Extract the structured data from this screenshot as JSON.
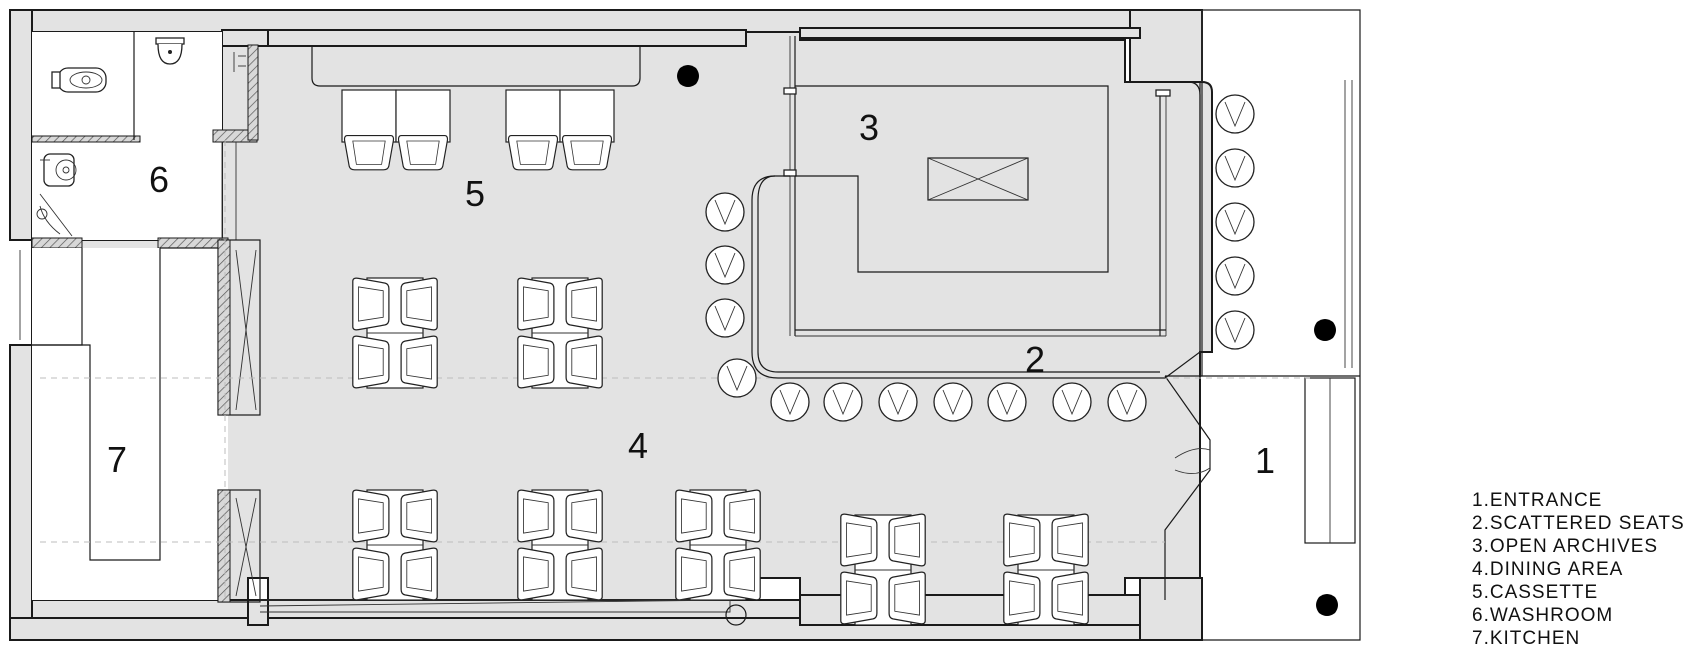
{
  "rooms": {
    "r1": "1",
    "r2": "2",
    "r3": "3",
    "r4": "4",
    "r5": "5",
    "r6": "6",
    "r7": "7"
  },
  "legend": [
    "1.ENTRANCE",
    "2.SCATTERED SEATS",
    "3.OPEN ARCHIVES",
    "4.DINING AREA",
    "5.CASSETTE",
    "6.WASHROOM",
    "7.KITCHEN"
  ],
  "icons": [
    "toilet-icon",
    "urinal-icon",
    "sink-icon",
    "plant-icon",
    "stool-icon",
    "chair-icon"
  ]
}
